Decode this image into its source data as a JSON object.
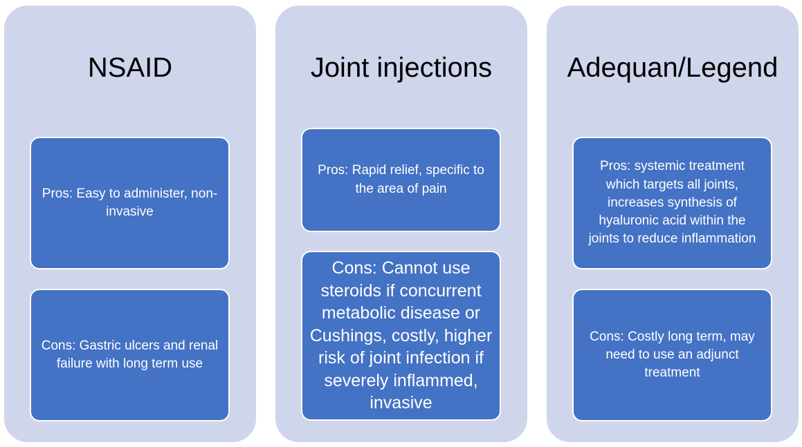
{
  "colors": {
    "column_background": "#cfd5ea",
    "box_fill": "#4472c4",
    "box_border": "#ffffff",
    "box_text": "#ffffff",
    "title_text": "#000000"
  },
  "columns": [
    {
      "title": "NSAID",
      "pros": "Pros: Easy to administer, non-invasive",
      "cons": "Cons: Gastric ulcers and renal failure with long term use"
    },
    {
      "title": "Joint injections",
      "pros": "Pros: Rapid relief, specific to the area of pain",
      "cons": "Cons: Cannot use steroids if concurrent metabolic disease or Cushings, costly, higher risk of joint infection if severely inflammed, invasive"
    },
    {
      "title": "Adequan/Legend",
      "pros": "Pros: systemic treatment which targets all joints, increases synthesis of hyaluronic acid within the joints to reduce inflammation",
      "cons": "Cons: Costly long term, may need to use an adjunct treatment"
    }
  ]
}
